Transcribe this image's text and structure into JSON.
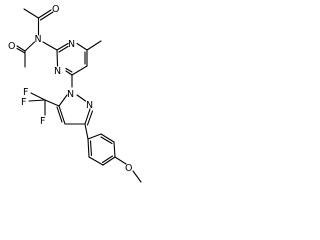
{
  "molecule": {
    "atoms": {
      "n_amide": "N",
      "o_acetyl_1": "O",
      "o_acetyl_2": "O",
      "n_pyrimidine_1": "N",
      "n_pyrimidine_2": "N",
      "n_pyrazole_1": "N",
      "n_pyrazole_2": "N",
      "f_1": "F",
      "f_2": "F",
      "f_3": "F",
      "o_methoxy": "O"
    }
  },
  "colors": {
    "background": "#ffffff",
    "bond": "#000000",
    "label": "#000000"
  }
}
